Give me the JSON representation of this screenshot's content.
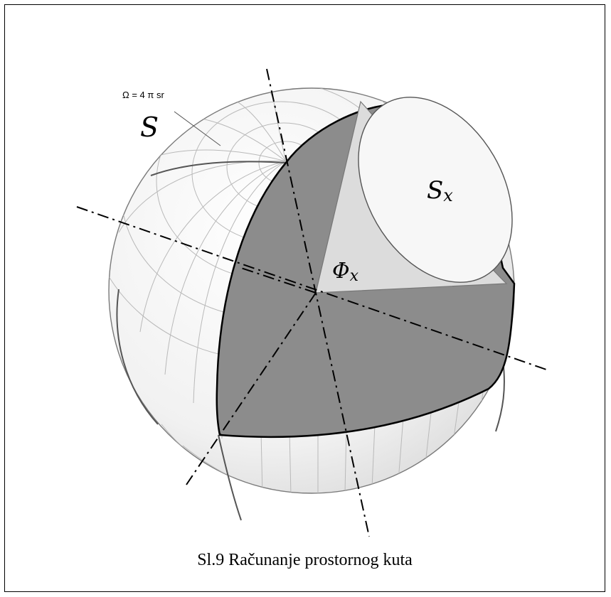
{
  "figure": {
    "caption": "Sl.9 Računanje prostornog kuta",
    "labels": {
      "sphere_surface": "S",
      "total_solid_angle": "Ω = 4 π sr",
      "cap_area_main": "S",
      "cap_area_sub": "x",
      "flux_symbol": "Φ",
      "flux_sub": "x"
    }
  },
  "colors": {
    "frame": "#000000",
    "sphere_fill": "#f2f2f2",
    "mesh_lines": "#b5b5b5",
    "cross_section": "#8c8c8c",
    "cone": "#dcdcdc",
    "cap_ellipse": "#f7f7f7",
    "axes": "#000000"
  }
}
